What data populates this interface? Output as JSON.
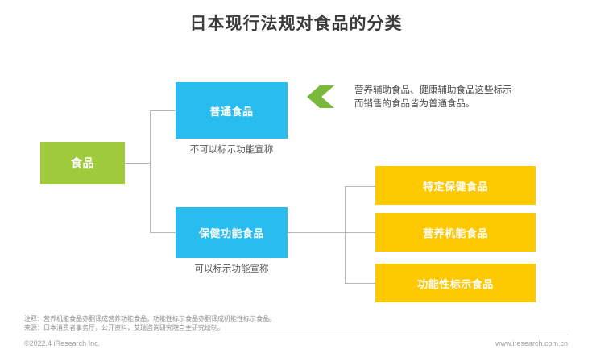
{
  "page": {
    "title": "日本现行法规对食品的分类",
    "background_color": "#ffffff"
  },
  "colors": {
    "green": "#9fca3c",
    "blue": "#29bdef",
    "yellow": "#fec900",
    "arrow_green": "#7ab93a",
    "line": "#b7b7b7",
    "title_text": "#3c3c3c",
    "caption_text": "#5a5a5a",
    "footer_text": "#8c8c8c"
  },
  "diagram": {
    "root": {
      "label": "食品"
    },
    "level1": [
      {
        "label": "普通食品",
        "caption": "不可以标示功能宣称"
      },
      {
        "label": "保健功能食品",
        "caption": "可以标示功能宣称"
      }
    ],
    "level2": [
      {
        "label": "特定保健食品"
      },
      {
        "label": "营养机能食品"
      },
      {
        "label": "功能性标示食品"
      }
    ]
  },
  "callout": {
    "icon": "arrow-left-icon",
    "line1": "营养辅助食品、健康辅助食品这些标示",
    "line2": "而销售的食品皆为普通食品。"
  },
  "footer": {
    "note": "注释：营养机能食品亦翻译成营养功能食品，功能性标示食品亦翻译成机能性标示食品。",
    "source": "来源：日本消费者事务厅，公开资料，艾瑞咨询研究院自主研究绘制。",
    "copyright": "©2022.4 iResearch Inc.",
    "website": "www.iresearch.com.cn"
  }
}
